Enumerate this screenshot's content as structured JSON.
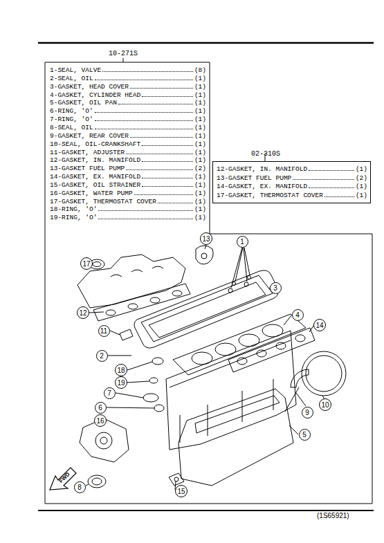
{
  "diagram": {
    "nodes": [
      {
        "text": [
          "10-271S",
          "1-SEAL, VALVE",
          "(8)",
          "2-SEAL, OIL",
          "(1)",
          "3-GASKET, HEAD COVER",
          "(1)",
          "4-GASKET, CYLINDER HEAD",
          "(1)",
          "5-GASKET, OIL PAN",
          "(1)",
          "6-RING, 'O'",
          "(1)",
          "7-RING, 'O'",
          "(1)",
          "8-SEAL, OIL",
          "(1)",
          "9-GASKET, REAR COVER",
          "(1)",
          "10-SEAL, OIL-CRANKSHAFT",
          "(1)",
          "11-GASKET, ADJUSTER",
          "(1)",
          "12-GASKET, IN. MANIFOLD",
          "(1)",
          "13-GASKET FUEL PUMP",
          "(2)",
          "14-GASKET, EX. MANIFOLD",
          "(1)",
          "15-GASKET, OIL STRAINER",
          "(1)",
          "16-GASKET, WATER PUMP",
          "(1)",
          "17-GASKET, THERMOSTAT COVER",
          "(1)",
          "18-RING, 'O'",
          "(1)",
          "19-RING, 'O'",
          "(1)"
        ]
      },
      {
        "text": [
          "02-310S",
          "12-GASKET, IN. MANIFOLD",
          "(1)",
          "13-GASKET FUEL PUMP",
          "(2)",
          "14-GASKET, EX. MANIFOLD",
          "(1)",
          "17-GASKET, THERMOSTAT COVER",
          "(1)"
        ]
      },
      {
        "text": [
          "13"
        ],
        "in": 0
      },
      {
        "text": [
          "1"
        ],
        "in": 0
      },
      {
        "text": [
          "17"
        ],
        "in": 0
      },
      {
        "text": [
          "3"
        ],
        "in": 0
      },
      {
        "text": [
          "12"
        ],
        "in": 0
      },
      {
        "text": [
          "4"
        ],
        "in": 0
      },
      {
        "text": [
          "14"
        ],
        "in": 0
      },
      {
        "text": [
          "11"
        ],
        "in": 0
      },
      {
        "text": [
          "2"
        ],
        "in": 0
      },
      {
        "text": [
          "18"
        ],
        "in": 0
      },
      {
        "text": [
          "19"
        ],
        "in": 0
      },
      {
        "text": [
          "7"
        ],
        "in": 0
      },
      {
        "text": [
          "10"
        ],
        "in": 0
      },
      {
        "text": [
          "9"
        ],
        "in": 0
      },
      {
        "text": [
          "6"
        ],
        "in": 0
      },
      {
        "text": [
          "16"
        ],
        "in": 0
      },
      {
        "text": [
          "5"
        ],
        "in": 0
      },
      {
        "text": [
          "8"
        ],
        "in": 0
      },
      {
        "text": [
          "15"
        ],
        "in": 0
      }
    ],
    "labels": [
      "FWD",
      "(1S65921)"
    ]
  }
}
